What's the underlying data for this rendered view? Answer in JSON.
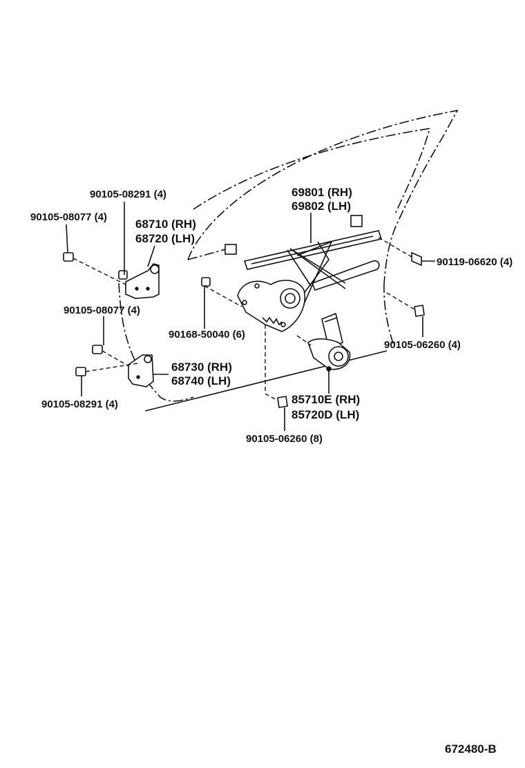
{
  "diagram": {
    "labels": {
      "p90105_08291_top": "90105-08291 (4)",
      "p90105_08077_top": "90105-08077 (4)",
      "p68710": "68710 (RH)",
      "p68720": "68720 (LH)",
      "p69801": "69801 (RH)",
      "p69802": "69802 (LH)",
      "p90119_06620": "90119-06620 (4)",
      "p90105_08077_mid": "90105-08077 (4)",
      "p90168_50040": "90168-50040 (6)",
      "p90105_06260_right": "90105-06260 (4)",
      "p68730": "68730 (RH)",
      "p68740": "68740 (LH)",
      "p90105_08291_bot": "90105-08291 (4)",
      "p85710E": "85710E (RH)",
      "p85720D": "85720D (LH)",
      "p90105_06260_bot": "90105-06260 (8)",
      "figure_id": "672480-B"
    }
  }
}
